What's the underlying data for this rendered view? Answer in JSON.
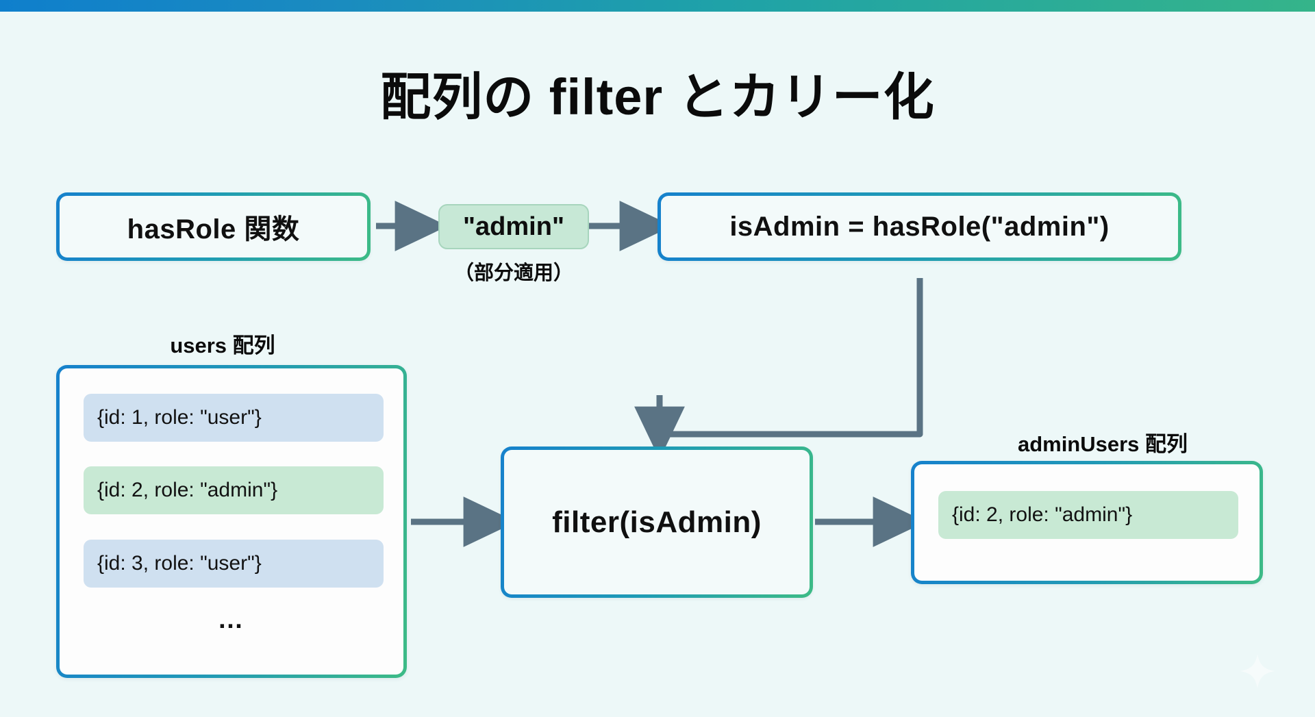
{
  "slide": {
    "title": "配列の filter とカリー化",
    "background_color": "#edf8f8",
    "top_bar": {
      "gradient_from": "#0f7fcc",
      "gradient_to": "#35b48a"
    }
  },
  "colors": {
    "accent_blue": "#1681cc",
    "accent_green": "#3dbb86",
    "arrow_gray": "#5a7384",
    "chip_user_bg": "#cfe0f0",
    "chip_admin_bg": "#c8e9d4",
    "node_fill": "#f3fafa",
    "array_fill": "#fdfdfd"
  },
  "nodes": {
    "has_role": {
      "label": "hasRole 関数"
    },
    "admin_pill": {
      "label": "\"admin\"",
      "sublabel": "（部分適用）"
    },
    "is_admin": {
      "label": "isAdmin = hasRole(\"admin\")"
    },
    "filter": {
      "label": "filter(isAdmin)"
    }
  },
  "users_array": {
    "caption": "users 配列",
    "items": [
      {
        "label": "{id: 1,  role: \"user\"}",
        "kind": "user"
      },
      {
        "label": "{id: 2,  role: \"admin\"}",
        "kind": "admin"
      },
      {
        "label": "{id: 3,  role: \"user\"}",
        "kind": "user"
      }
    ],
    "ellipsis": "…"
  },
  "admin_users_array": {
    "caption": "adminUsers 配列",
    "items": [
      {
        "label": "{id: 2,  role: \"admin\"}",
        "kind": "admin"
      }
    ]
  },
  "icons": {
    "corner_sparkle": "sparkle-icon"
  }
}
